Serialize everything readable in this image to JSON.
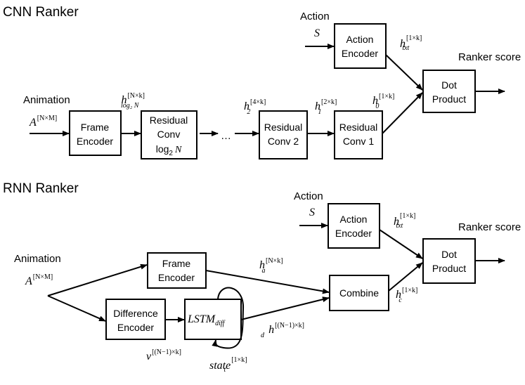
{
  "cnn": {
    "title": "CNN Ranker",
    "action_label": "Action",
    "action_input": "S",
    "animation_label": "Animation",
    "animation_input_base": "A",
    "animation_input_sup": "[N×M]",
    "boxes": {
      "action_encoder": [
        "Action",
        "Encoder"
      ],
      "frame_encoder": [
        "Frame",
        "Encoder"
      ],
      "residual_conv_n": [
        "Residual",
        "Conv"
      ],
      "residual_conv_n_formula_base": "log",
      "residual_conv_n_formula_sub": "2",
      "residual_conv_n_formula_var": "N",
      "residual_conv_2": [
        "Residual",
        "Conv 2"
      ],
      "residual_conv_1": [
        "Residual",
        "Conv 1"
      ],
      "dot_product": [
        "Dot",
        "Product"
      ]
    },
    "ellipsis": "…",
    "ranker_score": "Ranker score",
    "h_txt": {
      "base": "h",
      "sup": "[1×k]",
      "sub": "txt"
    },
    "h_logn": {
      "base": "h",
      "sup": "[N×k]",
      "sub": "log₂ N"
    },
    "h2": {
      "base": "h",
      "sup": "[4×k]",
      "sub": "2"
    },
    "h1": {
      "base": "h",
      "sup": "[2×k]",
      "sub": "1"
    },
    "h0": {
      "base": "h",
      "sup": "[1×k]",
      "sub": "0"
    }
  },
  "rnn": {
    "title": "RNN Ranker",
    "action_label": "Action",
    "action_input": "S",
    "animation_label": "Animation",
    "animation_input_base": "A",
    "animation_input_sup": "[N×M]",
    "boxes": {
      "action_encoder": [
        "Action",
        "Encoder"
      ],
      "frame_encoder": [
        "Frame",
        "Encoder"
      ],
      "difference_encoder": [
        "Difference",
        "Encoder"
      ],
      "lstm_base": "LSTM",
      "lstm_sub": "diff",
      "combine": "Combine",
      "dot_product": [
        "Dot",
        "Product"
      ]
    },
    "ranker_score": "Ranker score",
    "h_txt": {
      "base": "h",
      "sup": "[1×k]",
      "sub": "txt"
    },
    "h_a": {
      "base": "h",
      "sup": "[N×k]",
      "sub": "a"
    },
    "h_c": {
      "base": "h",
      "sup": "[1×k]",
      "sub": "c"
    },
    "h_d": {
      "base": "h",
      "sup": "[(N−1)×k]",
      "sub": "d"
    },
    "v": {
      "base": "v",
      "sup": "[(N−1)×k]"
    },
    "state": {
      "base": "state",
      "sup": "[1×k]",
      "sub": "t"
    }
  }
}
